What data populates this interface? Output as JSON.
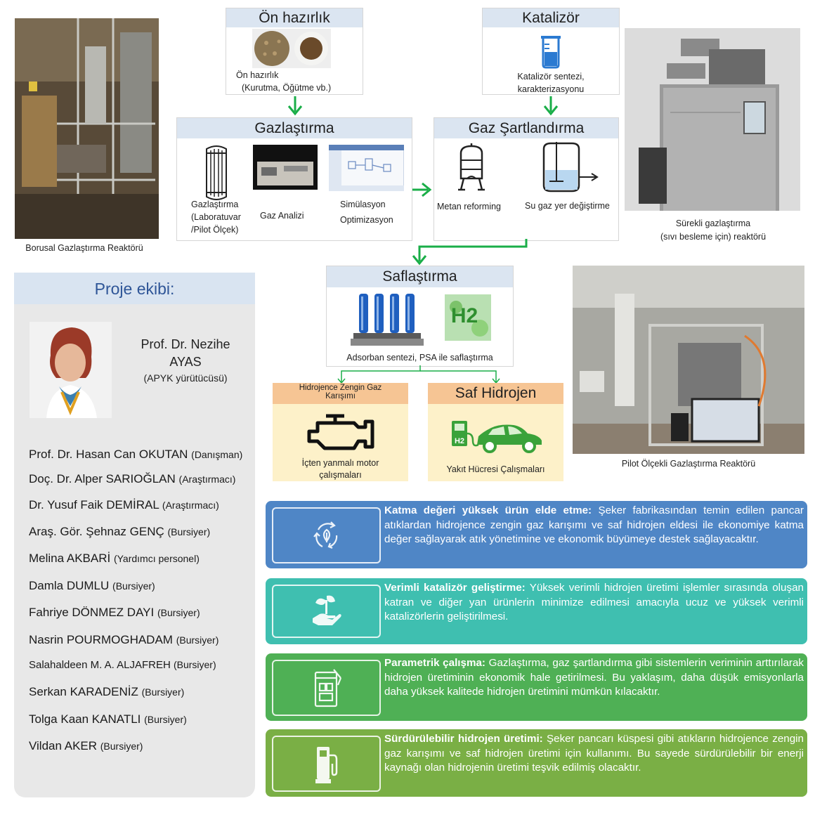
{
  "captions": {
    "tubular_reactor": "Borusal Gazlaştırma Reaktörü",
    "continuous_reactor_line1": "Sürekli gazlaştırma",
    "continuous_reactor_line2": "(sıvı besleme için) reaktörü",
    "pilot_reactor": "Pilot Ölçekli Gazlaştırma Reaktörü"
  },
  "flow": {
    "pretreatment": {
      "title": "Ön hazırlık",
      "line1": "Ön hazırlık",
      "line2": "(Kurutma, Öğütme vb.)"
    },
    "catalyst": {
      "title": "Katalizör",
      "line1": "Katalizör sentezi,",
      "line2": "karakterizasyonu"
    },
    "gasification": {
      "title": "Gazlaştırma",
      "item1_l1": "Gazlaştırma",
      "item1_l2": "(Laboratuvar",
      "item1_l3": "/Pilot Ölçek)",
      "item2": "Gaz Analizi",
      "item3_l1": "Simülasyon",
      "item3_l2": "Optimizasyon"
    },
    "conditioning": {
      "title": "Gaz Şartlandırma",
      "item1": "Metan reforming",
      "item2": "Su gaz yer değiştirme"
    },
    "purification": {
      "title": "Saflaştırma",
      "caption": "Adsorban sentezi, PSA ile saflaştırma",
      "h2_label": "H2"
    },
    "rich_gas": {
      "title_l1": "Hidrojence Zengin Gaz",
      "title_l2": "Karışımı",
      "caption_l1": "İçten yanmalı motor",
      "caption_l2": "çalışmaları"
    },
    "pure_h2": {
      "title": "Saf Hidrojen",
      "caption": "Yakıt Hücresi Çalışmaları",
      "h2_label": "H2"
    }
  },
  "team": {
    "heading": "Proje ekibi:",
    "leader_name_l1": "Prof. Dr. Nezihe",
    "leader_name_l2": "AYAS",
    "leader_role": "(APYK yürütücüsü)",
    "members": [
      {
        "name": "Prof. Dr. Hasan Can OKUTAN",
        "role": "(Danışman)"
      },
      {
        "name": "Doç. Dr. Alper SARIOĞLAN",
        "role": "(Araştırmacı)"
      },
      {
        "name": "Dr. Yusuf Faik DEMİRAL",
        "role": "(Araştırmacı)"
      },
      {
        "name": "Araş. Gör. Şehnaz GENÇ",
        "role": "(Bursiyer)"
      },
      {
        "name": "Melina AKBARİ",
        "role": "(Yardımcı personel)"
      },
      {
        "name": "Damla DUMLU",
        "role": "(Bursiyer)"
      },
      {
        "name": "Fahriye DÖNMEZ DAYI",
        "role": "(Bursiyer)"
      },
      {
        "name": "Nasrin POURMOGHADAM",
        "role": "(Bursiyer)"
      },
      {
        "name": "Salahaldeen M. A. ALJAFREH",
        "role": "(Bursiyer)"
      },
      {
        "name": "Serkan KARADENİZ",
        "role": "(Bursiyer)"
      },
      {
        "name": "Tolga Kaan KANATLI",
        "role": "(Bursiyer)"
      },
      {
        "name": "Vildan AKER",
        "role": "(Bursiyer)"
      }
    ]
  },
  "cards": [
    {
      "title": "Katma değeri yüksek ürün elde etme:",
      "body": "Şeker fabrikasından temin edilen pancar atıklardan hidrojence zengin gaz karışımı ve saf hidrojen eldesi ile ekonomiye katma değer sağlayarak atık yönetimine ve ekonomik büyümeye destek sağlayacaktır.",
      "color": "#4f86c6",
      "icon": "recycle-leaf-icon"
    },
    {
      "title": "Verimli katalizör geliştirme:",
      "body": "Yüksek verimli hidrojen üretimi işlemler sırasında oluşan katran ve diğer yan ürünlerin minimize edilmesi amacıyla ucuz ve yüksek verimli katalizörlerin geliştirilmesi.",
      "color": "#3fbfb0",
      "icon": "hand-plant-icon"
    },
    {
      "title": "Parametrik çalışma:",
      "body": "Gazlaştırma, gaz şartlandırma gibi sistemlerin veriminin arttırılarak hidrojen üretiminin ekonomik hale getirilmesi. Bu yaklaşım, daha düşük emisyonlarla daha yüksek kalitede hidrojen üretimini mümkün kılacaktır.",
      "color": "#4fb055",
      "icon": "blueprint-icon"
    },
    {
      "title": "Sürdürülebilir hidrojen üretimi:",
      "body": "Şeker pancarı küspesi gibi atıkların hidrojence zengin gaz karışımı ve saf hidrojen üretimi için kullanımı. Bu sayede sürdürülebilir bir enerji kaynağı olan hidrojenin üretimi teşvik edilmiş olacaktır.",
      "color": "#7aaf45",
      "icon": "fuel-pump-icon"
    }
  ],
  "colors": {
    "arrow_green": "#1aae48",
    "header_blue": "#dbe5f1",
    "team_title": "#2e5597"
  }
}
